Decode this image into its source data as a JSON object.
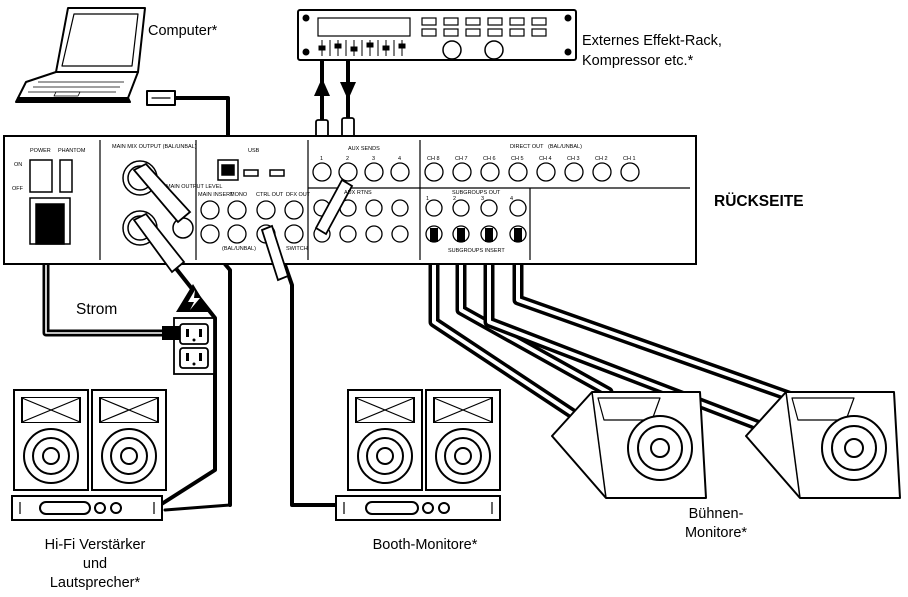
{
  "labels": {
    "computer": "Computer*",
    "rack_line1": "Externes Effekt-Rack,",
    "rack_line2": "Kompressor etc.*",
    "rueckseite": "RÜCKSEITE",
    "strom": "Strom",
    "hifi_line1": "Hi-Fi Verstärker",
    "hifi_line2": "und",
    "hifi_line3": "Lautsprecher*",
    "booth": "Booth-Monitore*",
    "buehnen_line1": "Bühnen-",
    "buehnen_line2": "Monitore*"
  },
  "panel": {
    "power": "POWER",
    "phantom": "PHANTOM",
    "on": "ON",
    "off": "OFF",
    "main_mix_output": "MAIN MIX OUTPUT (BAL/UNBAL)",
    "usb": "USB",
    "main_output_level": "MAIN OUTPUT LEVEL",
    "main_insert": "MAIN INSERT",
    "mono": "MONO",
    "ctrl_out": "CTRL OUT",
    "dfx_out": "DFX OUT",
    "bal_unbal": "(BAL/UNBAL)",
    "switch": "SWITCH",
    "aux_sends": "AUX SENDS",
    "aux_rtns": "AUX RTNS",
    "direct_out": "DIRECT OUT",
    "direct_out_sub": "(BAL/UNBAL)",
    "subgroups_out": "SUBGROUPS OUT",
    "subgroups_insert": "SUBGROUPS INSERT",
    "aux_numbers": [
      "1",
      "2",
      "3",
      "4"
    ],
    "sub_numbers": [
      "1",
      "2",
      "3",
      "4"
    ],
    "channels": [
      "CH 8",
      "CH 7",
      "CH 6",
      "CH 5",
      "CH 4",
      "CH 3",
      "CH 2",
      "CH 1"
    ]
  }
}
